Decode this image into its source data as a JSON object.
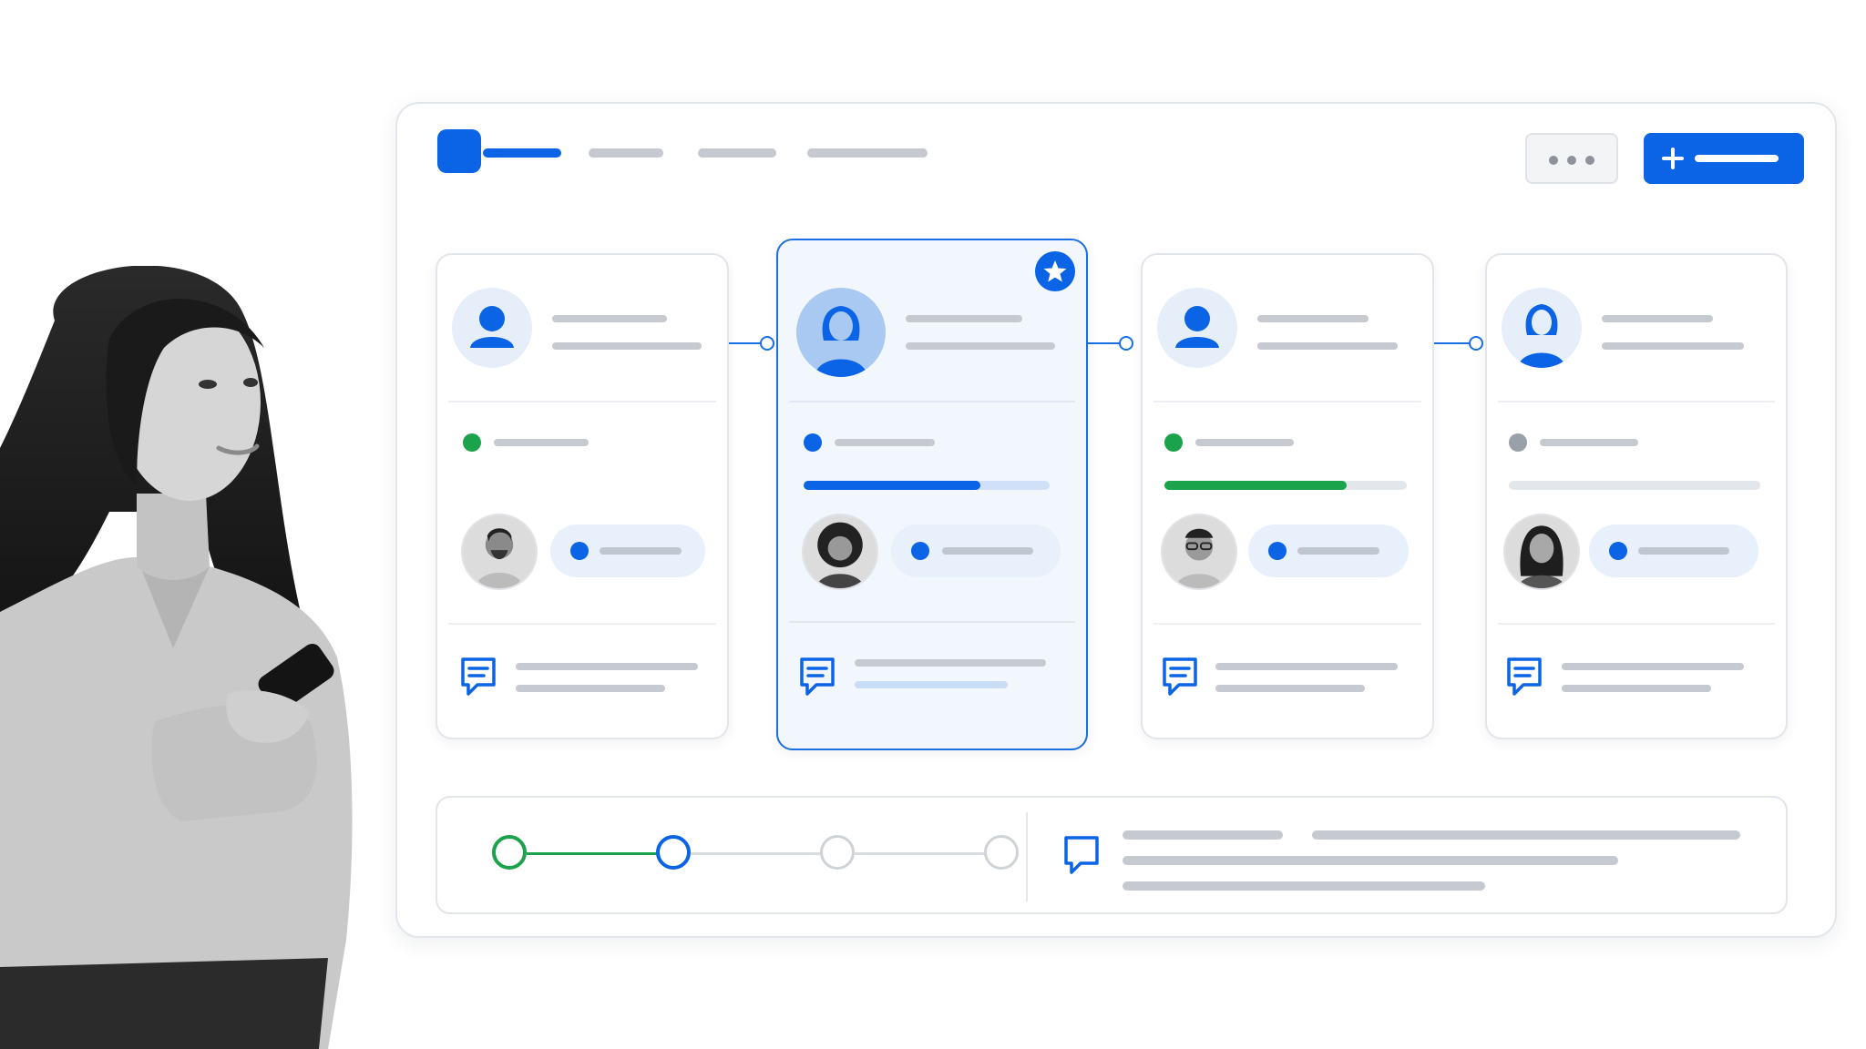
{
  "app": {
    "nav": {
      "tabs": [
        {
          "state": "active"
        },
        {
          "state": "inactive"
        },
        {
          "state": "inactive"
        },
        {
          "state": "inactive"
        }
      ]
    },
    "toolbar": {
      "more_icon": "more-horizontal-icon",
      "add_icon": "plus-icon"
    },
    "cards": [
      {
        "avatar_icon": "user-icon",
        "status": "active",
        "status_color": "#1aa34a",
        "progress": null,
        "assignee_photo": "man-beard",
        "comment_icon": "comment-icon"
      },
      {
        "avatar_icon": "user-female-icon",
        "status": "in-progress",
        "status_color": "#0b63e5",
        "progress": 0.72,
        "progress_color": "#0b63e5",
        "selected": true,
        "badge_icon": "star-icon",
        "assignee_photo": "woman-curly",
        "comment_icon": "comment-icon"
      },
      {
        "avatar_icon": "user-icon",
        "status": "active",
        "status_color": "#1aa34a",
        "progress": 0.75,
        "progress_color": "#1aa34a",
        "assignee_photo": "man-glasses",
        "comment_icon": "comment-icon"
      },
      {
        "avatar_icon": "user-female-icon",
        "status": "inactive",
        "status_color": "#9aa0a8",
        "progress": 0.0,
        "assignee_photo": "woman-long-hair",
        "comment_icon": "comment-icon"
      }
    ],
    "timeline": {
      "steps": [
        {
          "state": "complete",
          "color": "#1aa34a"
        },
        {
          "state": "current",
          "color": "#0b63e5"
        },
        {
          "state": "pending",
          "color": "#cfd2d7"
        },
        {
          "state": "pending",
          "color": "#cfd2d7"
        }
      ],
      "comment_icon": "comment-icon"
    }
  },
  "colors": {
    "accent": "#0b63e5",
    "success": "#1aa34a",
    "placeholder": "#c6c9cf"
  }
}
